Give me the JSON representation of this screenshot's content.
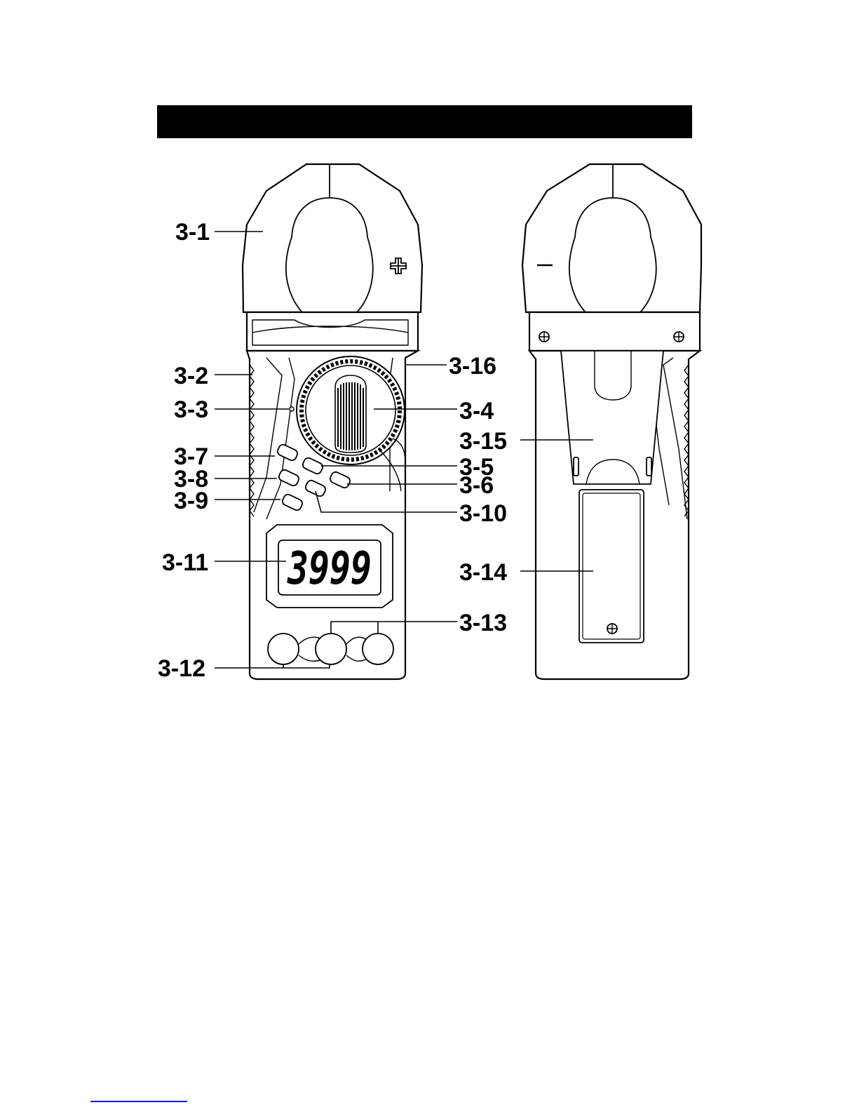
{
  "lcd_reading": "3999",
  "labels": {
    "jaw": "3-1",
    "hand_guard": "3-2",
    "indicator": "3-3",
    "rotary_switch": "3-4",
    "button_3_5": "3-5",
    "button_3_6": "3-6",
    "button_3_7": "3-7",
    "button_3_8": "3-8",
    "button_3_9": "3-9",
    "button_3_10": "3-10",
    "lcd_display": "3-11",
    "input_terminal_3_12": "3-12",
    "input_terminal_3_13": "3-13",
    "battery_cover": "3-14",
    "back_stand": "3-15",
    "trigger": "3-16"
  },
  "polarity": {
    "front_jaw_sign": "+",
    "back_jaw_sign": "−"
  },
  "colors": {
    "ink": "#000000",
    "paper": "#ffffff",
    "link_underline": "#1a1aee"
  }
}
